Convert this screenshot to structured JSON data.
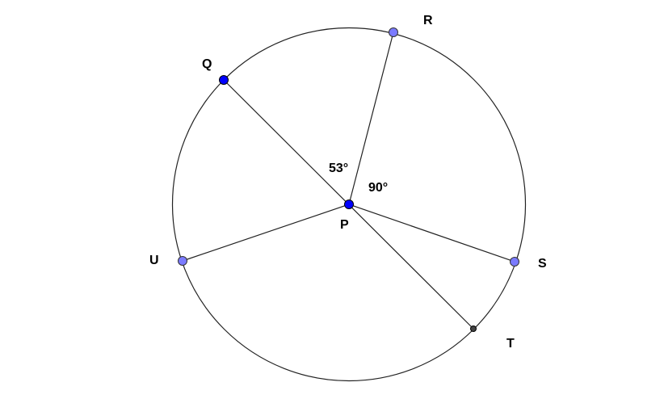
{
  "diagram": {
    "center_label": "P",
    "points": {
      "Q": {
        "label": "Q",
        "color": "#0000ff"
      },
      "R": {
        "label": "R",
        "color": "#7b7bff"
      },
      "S": {
        "label": "S",
        "color": "#7b7bff"
      },
      "T": {
        "label": "T",
        "color": "#333333"
      },
      "U": {
        "label": "U",
        "color": "#7b7bff"
      }
    },
    "angles": {
      "QPR": "53°",
      "RPS": "90°"
    },
    "center_color": "#0000ff"
  }
}
